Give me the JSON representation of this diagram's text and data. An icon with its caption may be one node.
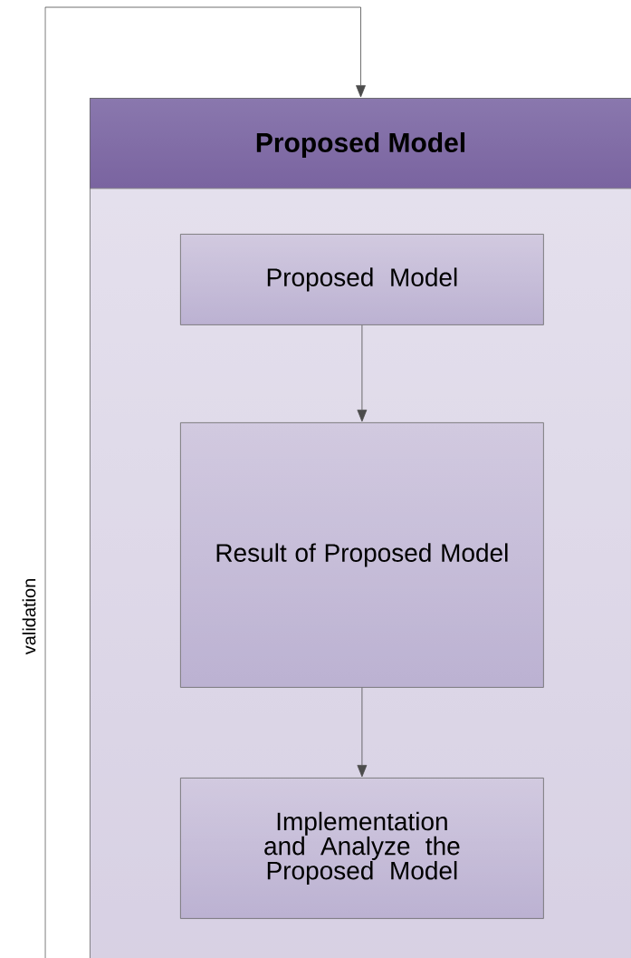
{
  "diagram": {
    "nodes": [
      {
        "text": [
          "Proposed Model"
        ]
      },
      {
        "text": [
          "Proposed Model"
        ],
        "in": 0
      },
      {
        "text": [
          "Result of Proposed Model"
        ],
        "in": 0
      },
      {
        "text": [
          "Implementation and Analyze the Proposed Model"
        ],
        "in": 0
      }
    ],
    "edges": [
      {
        "from": 1,
        "to": 2,
        "arrow": "to"
      },
      {
        "from": 2,
        "to": 3,
        "arrow": "to"
      },
      {
        "from": null,
        "to": 0,
        "arrow": "to",
        "label": "validation"
      }
    ]
  }
}
